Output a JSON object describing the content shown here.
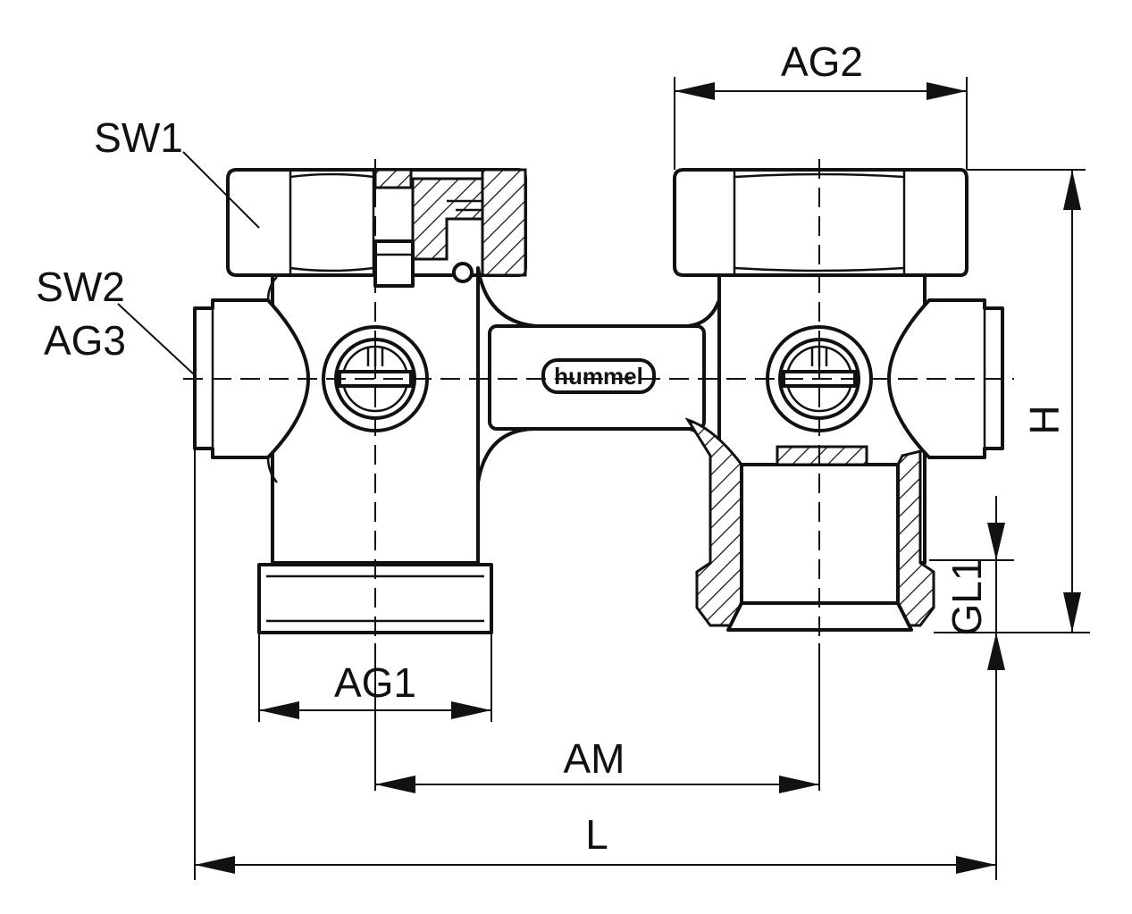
{
  "labels": {
    "sw1": "SW1",
    "sw2": "SW2",
    "ag3": "AG3",
    "ag1": "AG1",
    "ag2": "AG2",
    "am": "AM",
    "l": "L",
    "h": "H",
    "gl1": "GL1"
  },
  "brand": {
    "logo_text": "hummel"
  },
  "colors": {
    "ink": "#111111",
    "paper": "#ffffff"
  }
}
